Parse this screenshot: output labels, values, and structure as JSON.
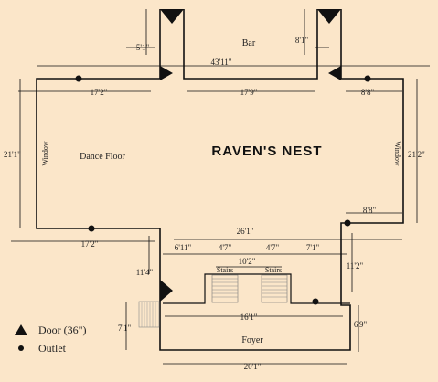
{
  "title": "RAVEN'S NEST",
  "rooms": {
    "bar": "Bar",
    "dance_floor": "Dance Floor",
    "foyer": "Foyer",
    "stairs_left": "Stairs",
    "stairs_right": "Stairs",
    "window_left": "Window",
    "window_right": "Window"
  },
  "dimensions": {
    "bar_left": "5'1\"",
    "bar_right": "8'1\"",
    "bar_width": "43'11\"",
    "top_left": "17'2\"",
    "top_mid": "17'9\"",
    "top_right": "8'8\"",
    "left_height": "21'1\"",
    "right_height": "21'2\"",
    "right_step": "8'8\"",
    "bottom_mid": "26'1\"",
    "bottom_left": "17'2\"",
    "seg_1": "6'11\"",
    "seg_2": "4'7\"",
    "seg_3": "4'7\"",
    "seg_4": "7'1\"",
    "stairs_span": "10'2\"",
    "foyer_left_upper": "11'4\"",
    "foyer_right_upper": "11'2\"",
    "foyer_width": "16'1\"",
    "foyer_left_lower": "7'1\"",
    "foyer_right_lower": "6'9\"",
    "foyer_bottom": "20'1\""
  },
  "legend": {
    "door": "Door (36\")",
    "outlet": "Outlet"
  }
}
